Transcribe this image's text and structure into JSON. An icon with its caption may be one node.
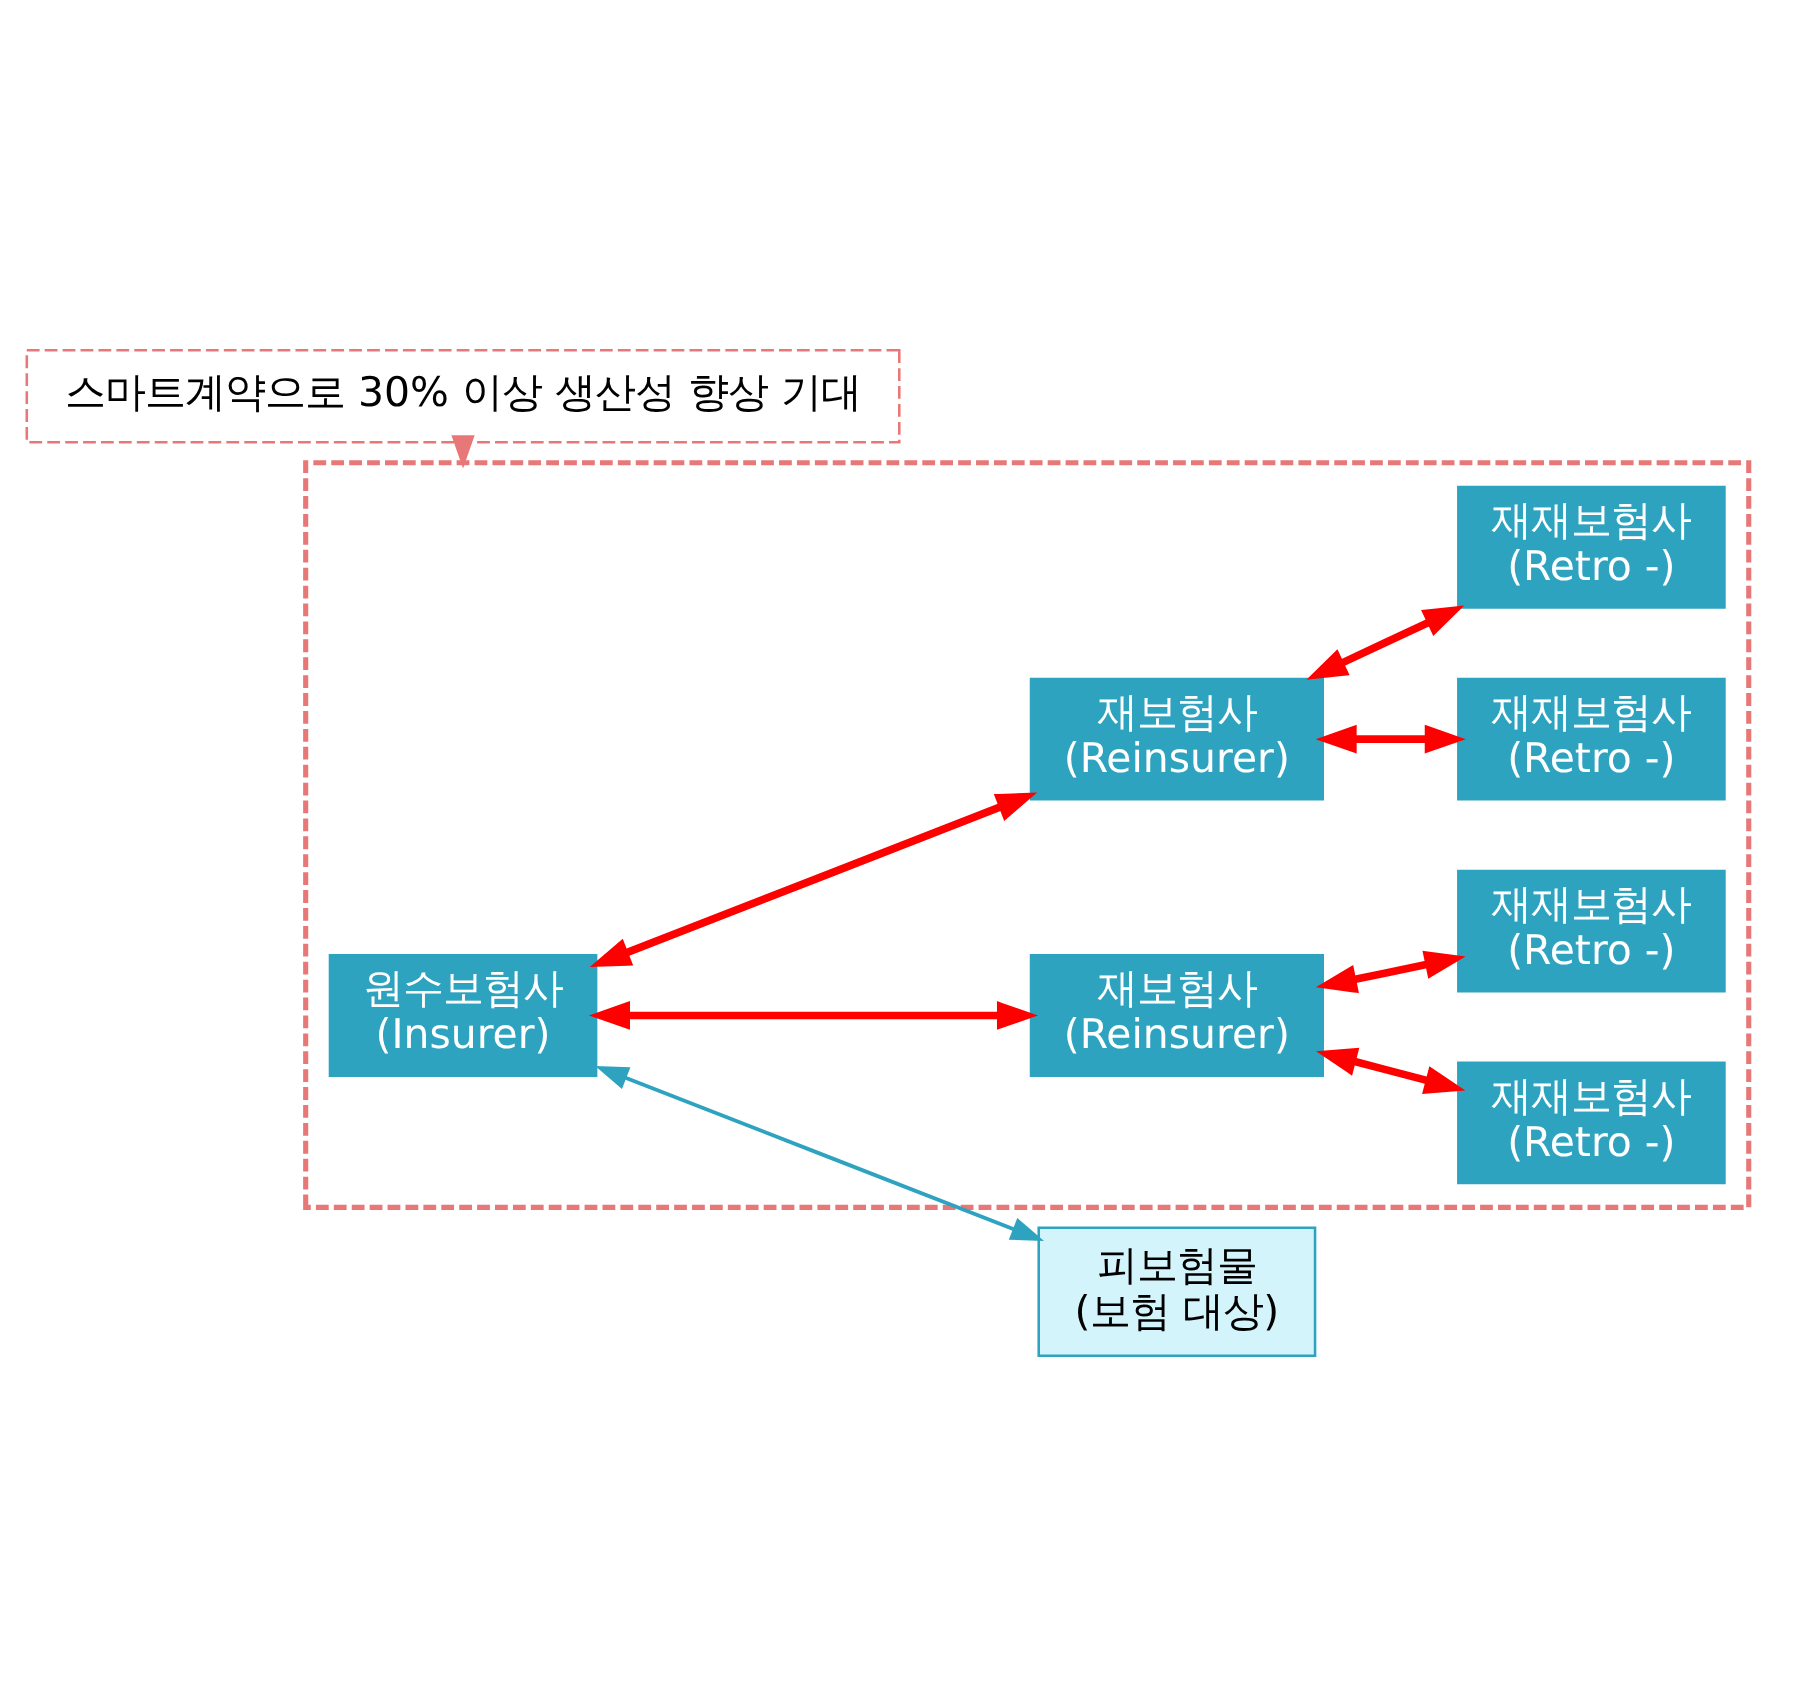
{
  "diagram": {
    "nodes": [
      {
        "text": [],
        "shape": "box"
      },
      {
        "text": [
          "원수보험사",
          "(Insurer)"
        ],
        "in": 0
      },
      {
        "text": [
          "재보험사",
          "(Reinsurer)"
        ],
        "in": 0
      },
      {
        "text": [
          "재재보험사",
          "(Retro -)"
        ],
        "in": 0
      },
      {
        "text": [
          "재재보험사",
          "(Retro -)"
        ],
        "in": 0
      },
      {
        "text": [
          "재보험사",
          "(Reinsurer)"
        ],
        "in": 0
      },
      {
        "text": [
          "재재보험사",
          "(Retro -)"
        ],
        "in": 0
      },
      {
        "text": [
          "재재보험사",
          "(Retro -)"
        ],
        "in": 0
      },
      {
        "text": [
          "피보험물",
          "(보험 대상)"
        ]
      },
      {
        "text": [
          "스마트계약으로 30% 이상 생산성 향상 기대"
        ]
      }
    ],
    "edges": [
      {
        "from": 1,
        "to": 2,
        "arrow": "both"
      },
      {
        "from": 1,
        "to": 5,
        "arrow": "both"
      },
      {
        "from": 2,
        "to": 3,
        "arrow": "both"
      },
      {
        "from": 2,
        "to": 4,
        "arrow": "both"
      },
      {
        "from": 5,
        "to": 6,
        "arrow": "both"
      },
      {
        "from": 5,
        "to": 7,
        "arrow": "both"
      },
      {
        "from": 1,
        "to": 8,
        "arrow": "both",
        "color": "#2ea3bf"
      },
      {
        "from": 9,
        "to": 0,
        "arrow": "to",
        "style": "dashed",
        "color": "#e87878"
      }
    ]
  }
}
